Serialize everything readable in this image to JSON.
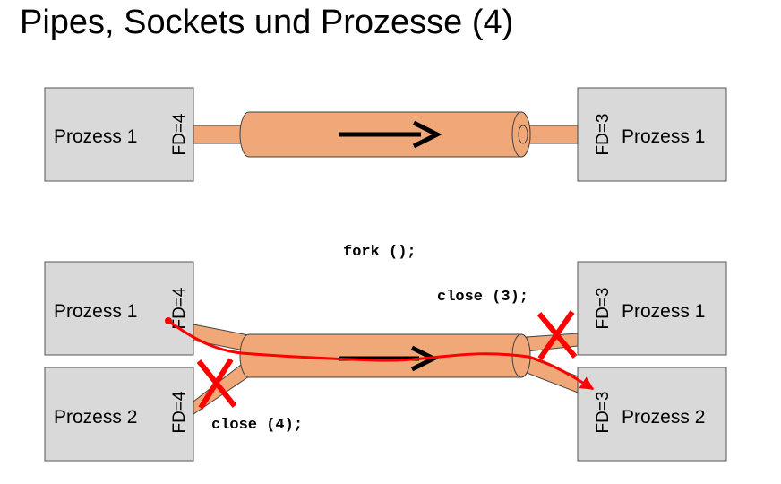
{
  "title": "Pipes, Sockets und Prozesse (4)",
  "top": {
    "left_process": "Prozess 1",
    "left_fd": "FD=4",
    "right_process": "Prozess 1",
    "right_fd": "FD=3"
  },
  "bottom": {
    "fork_call": "fork ();",
    "close3_call": "close (3);",
    "close4_call": "close (4);",
    "left_process_1": "Prozess 1",
    "left_fd_1": "FD=4",
    "left_process_2": "Prozess 2",
    "left_fd_2": "FD=4",
    "right_process_1": "Prozess 1",
    "right_fd_1": "FD=3",
    "right_process_2": "Prozess 2",
    "right_fd_2": "FD=3"
  },
  "colors": {
    "box_fill": "#d9d9d9",
    "pipe_fill": "#f0a878",
    "cross": "#ff0000",
    "flow_line": "#ff0000",
    "arrow": "#000000"
  }
}
